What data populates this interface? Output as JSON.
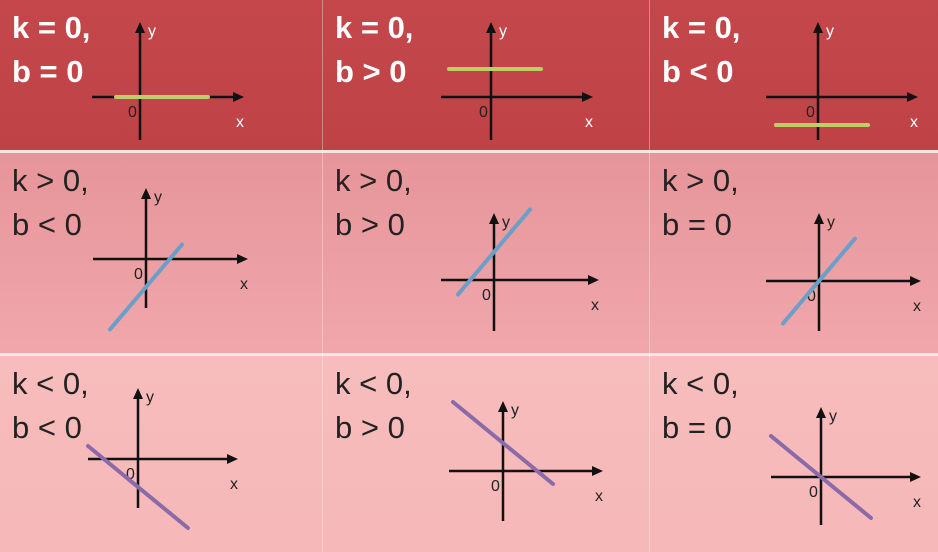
{
  "colors": {
    "row_top": "#c1444a",
    "row_middle": "#eb9ea3",
    "row_bottom": "#f7baba",
    "line_constant": "#bccf6b",
    "line_rising": "#6b9fc9",
    "line_falling": "#8a6aa8"
  },
  "cells": [
    {
      "line1": "k = 0,",
      "line2": "b = 0",
      "k": 0,
      "b": 0,
      "x_label": "x",
      "y_label": "y",
      "origin_label": "0"
    },
    {
      "line1": "k = 0,",
      "line2": "b > 0",
      "k": 0,
      "b": 1,
      "x_label": "x",
      "y_label": "y",
      "origin_label": "0"
    },
    {
      "line1": "k = 0,",
      "line2": "b < 0",
      "k": 0,
      "b": -1,
      "x_label": "x",
      "y_label": "y",
      "origin_label": "0"
    },
    {
      "line1": "k > 0,",
      "line2": "b < 0",
      "k": 1,
      "b": -1,
      "x_label": "x",
      "y_label": "y",
      "origin_label": "0"
    },
    {
      "line1": "k > 0,",
      "line2": "b > 0",
      "k": 1,
      "b": 1,
      "x_label": "x",
      "y_label": "y",
      "origin_label": "0"
    },
    {
      "line1": "k > 0,",
      "line2": "b = 0",
      "k": 1,
      "b": 0,
      "x_label": "x",
      "y_label": "y",
      "origin_label": "0"
    },
    {
      "line1": "k < 0,",
      "line2": "b < 0",
      "k": -1,
      "b": -1,
      "x_label": "x",
      "y_label": "y",
      "origin_label": "0"
    },
    {
      "line1": "k < 0,",
      "line2": "b > 0",
      "k": -1,
      "b": 1,
      "x_label": "x",
      "y_label": "y",
      "origin_label": "0"
    },
    {
      "line1": "k < 0,",
      "line2": "b = 0",
      "k": -1,
      "b": 0,
      "x_label": "x",
      "y_label": "y",
      "origin_label": "0"
    }
  ]
}
